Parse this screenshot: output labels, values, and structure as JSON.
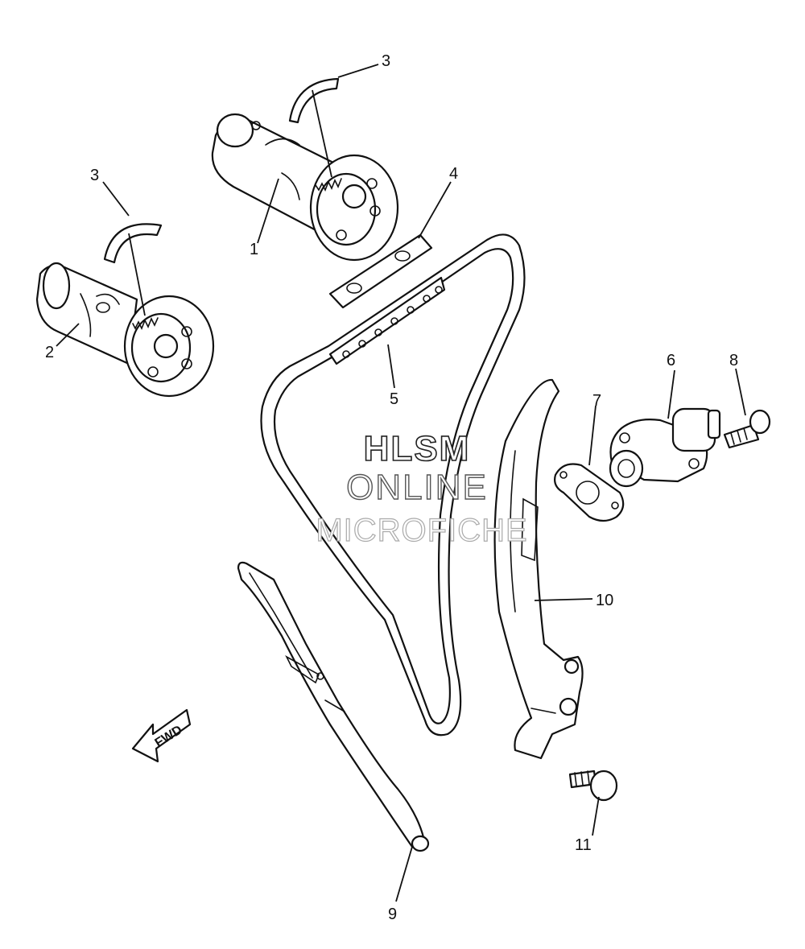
{
  "callouts": {
    "c1": "1",
    "c2": "2",
    "c3a": "3",
    "c3b": "3",
    "c4": "4",
    "c5": "5",
    "c6": "6",
    "c7": "7",
    "c8": "8",
    "c9": "9",
    "c10": "10",
    "c11": "11"
  },
  "watermark": {
    "line1": "HLSM",
    "line2": "ONLINE",
    "line3": "MICROFICHE"
  },
  "fwd_label": "FWD"
}
